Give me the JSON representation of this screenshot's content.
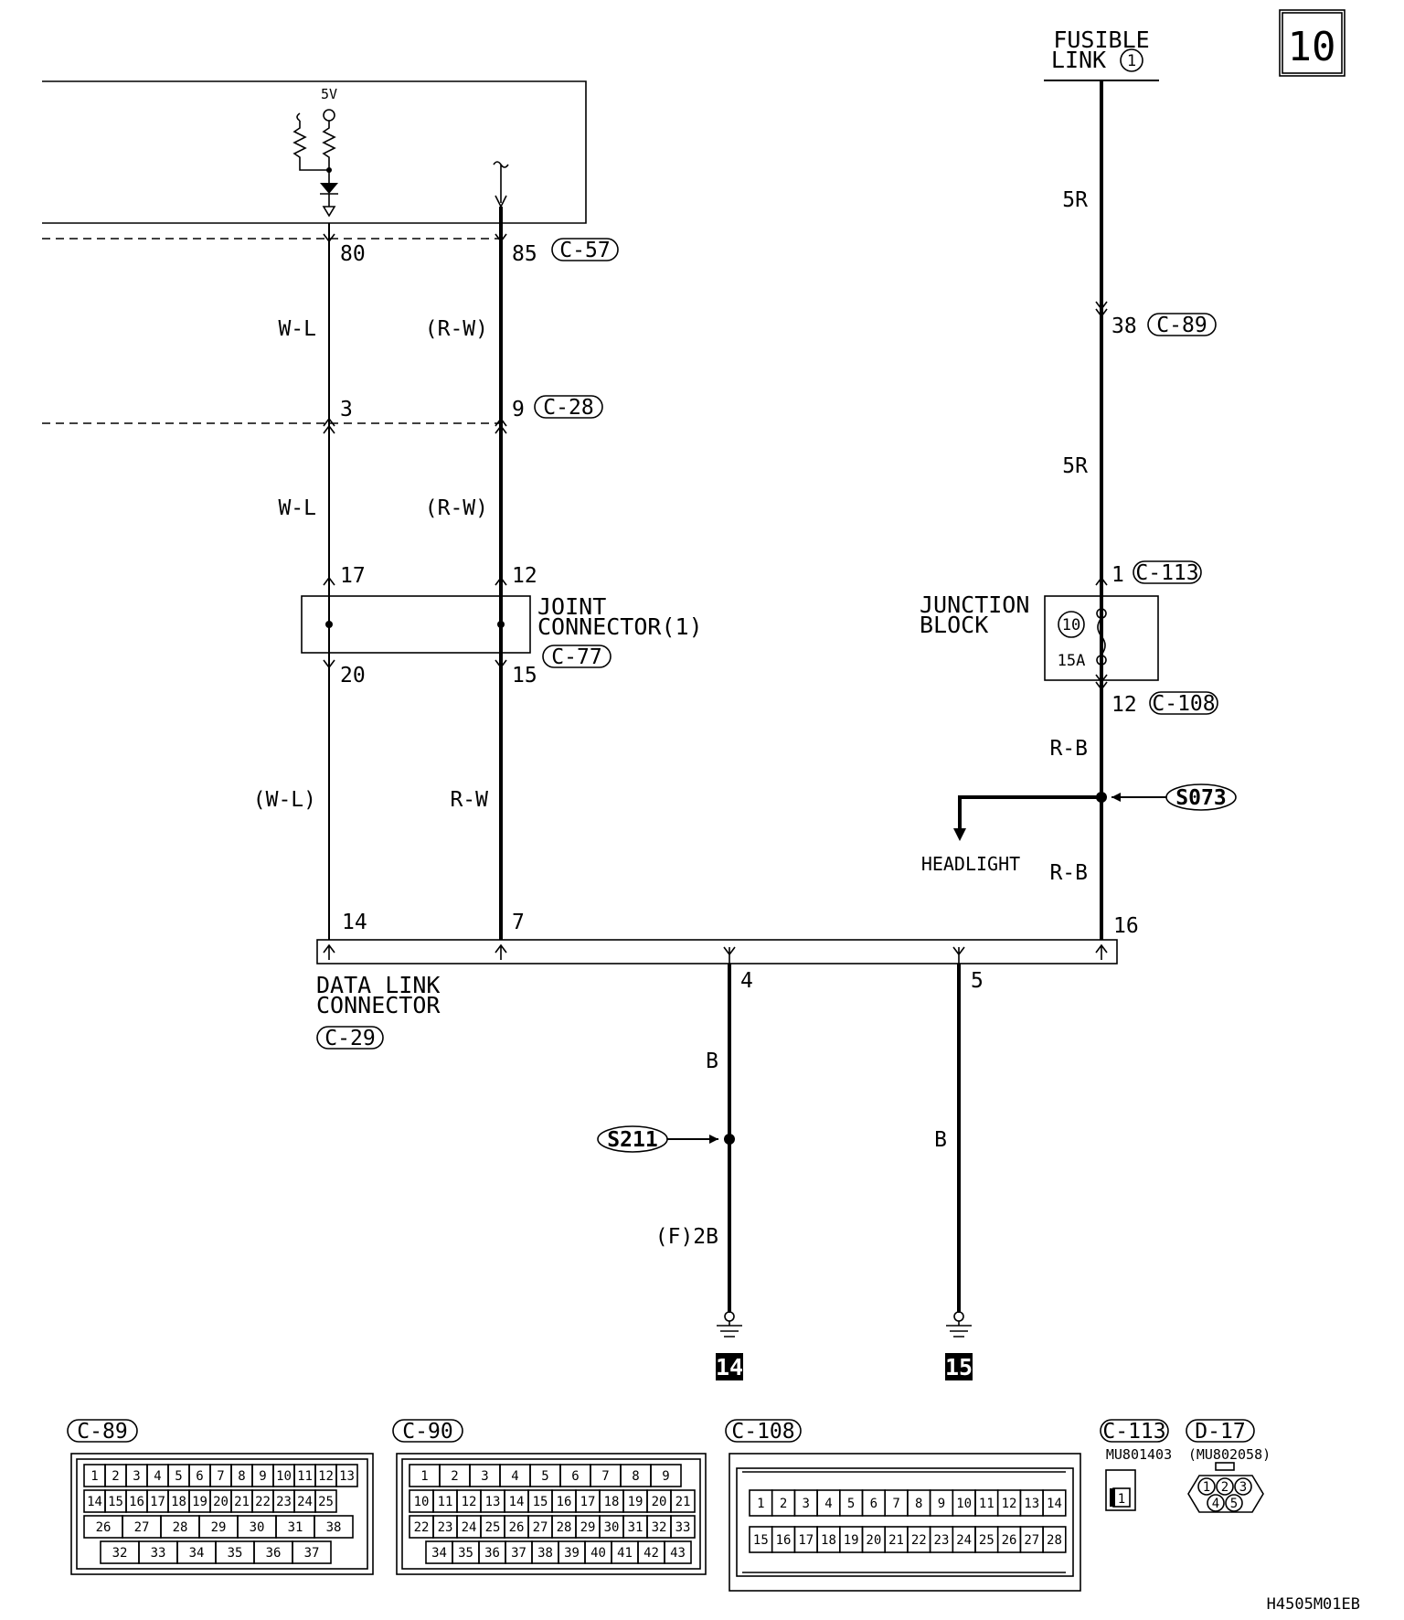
{
  "page": {
    "number": "10",
    "drawing_code": "H4505M01EB"
  },
  "top_module": {
    "voltage": "5V",
    "pin_80": "80",
    "pin_85": "85",
    "connector": "C-57"
  },
  "fusible_link": {
    "line1": "FUSIBLE",
    "line2": "LINK",
    "number": "1"
  },
  "wires": {
    "left_1": "W-L",
    "left_2": "W-L",
    "left_3": "(W-L)",
    "mid_1": "(R-W)",
    "mid_2": "(R-W)",
    "mid_3": "R-W",
    "right_1": "5R",
    "right_2": "5R",
    "right_3": "R-B",
    "right_4": "R-B",
    "ground_left_1": "B",
    "ground_left_2": "(F)2B",
    "ground_right": "B"
  },
  "connectors": {
    "c28": {
      "label": "C-28",
      "pin_left": "3",
      "pin_right": "9"
    },
    "c89": {
      "label": "C-89",
      "pin": "38"
    },
    "c113": {
      "label": "C-113",
      "pin": "1"
    },
    "c108": {
      "label": "C-108",
      "pin": "12"
    }
  },
  "joint_connector": {
    "line1": "JOINT",
    "line2": "CONNECTOR(1)",
    "connector": "C-77",
    "pin_in_left": "17",
    "pin_in_right": "12",
    "pin_out_left": "20",
    "pin_out_right": "15"
  },
  "junction_block": {
    "line1": "JUNCTION",
    "line2": "BLOCK",
    "fuse_number": "10",
    "fuse_rating": "15A"
  },
  "splices": {
    "s073": "S073",
    "s211": "S211"
  },
  "headlight": "HEADLIGHT",
  "data_link_connector": {
    "line1": "DATA LINK",
    "line2": "CONNECTOR",
    "connector": "C-29",
    "pin_14": "14",
    "pin_7": "7",
    "pin_16": "16",
    "pin_4": "4",
    "pin_5": "5"
  },
  "grounds": {
    "g14": "14",
    "g15": "15"
  },
  "connector_views": {
    "c89": "C-89",
    "c90": "C-90",
    "c108": "C-108",
    "c113": "C-113",
    "c113_part": "MU801403",
    "c113_pin": "1",
    "d17": "D-17",
    "d17_part": "(MU802058)",
    "d17_pins": [
      "1",
      "2",
      "3",
      "4",
      "5"
    ]
  },
  "c89_pins": {
    "row1": [
      "1",
      "2",
      "3",
      "4",
      "5",
      "6",
      "7",
      "8",
      "9",
      "10",
      "11",
      "12",
      "13"
    ],
    "row2": [
      "14",
      "15",
      "16",
      "17",
      "18",
      "19",
      "20",
      "21",
      "22",
      "23",
      "24",
      "25"
    ],
    "row3": [
      "26",
      "27",
      "28",
      "29",
      "30",
      "31",
      "38"
    ],
    "row4": [
      "32",
      "33",
      "34",
      "35",
      "36",
      "37"
    ]
  },
  "c90_pins": {
    "row1": [
      "1",
      "2",
      "3",
      "4",
      "5",
      "6",
      "7",
      "8",
      "9"
    ],
    "row2": [
      "10",
      "11",
      "12",
      "13",
      "14",
      "15",
      "16",
      "17",
      "18",
      "19",
      "20",
      "21"
    ],
    "row3": [
      "22",
      "23",
      "24",
      "25",
      "26",
      "27",
      "28",
      "29",
      "30",
      "31",
      "32",
      "33"
    ],
    "row4": [
      "34",
      "35",
      "36",
      "37",
      "38",
      "39",
      "40",
      "41",
      "42",
      "43"
    ]
  },
  "c108_pins": {
    "row1": [
      "1",
      "2",
      "3",
      "4",
      "5",
      "6",
      "7",
      "8",
      "9",
      "10",
      "11",
      "12",
      "13",
      "14"
    ],
    "row2": [
      "15",
      "16",
      "17",
      "18",
      "19",
      "20",
      "21",
      "22",
      "23",
      "24",
      "25",
      "26",
      "27",
      "28"
    ]
  }
}
